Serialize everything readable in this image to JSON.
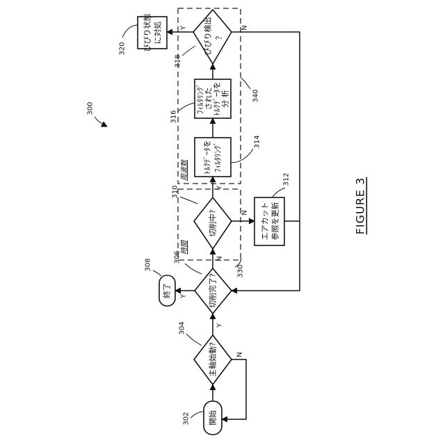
{
  "figure": {
    "number": "300",
    "title": "FIGURE 3"
  },
  "steps": {
    "start": {
      "ref": "302",
      "text": "開始"
    },
    "spindle": {
      "ref": "304",
      "text": "主軸始動?"
    },
    "cut_done": {
      "ref": "306",
      "text": "切削完了?"
    },
    "end": {
      "ref": "308",
      "text": "終了"
    },
    "cutting": {
      "ref": "310",
      "text": "切削中?"
    },
    "air_cut": {
      "ref": "312",
      "line1": "エアカット",
      "line2": "参照を更新"
    },
    "filter": {
      "ref": "314",
      "line1": "ﾄﾙｸﾃﾞｰﾀを",
      "line2": "ﾌｨﾙﾀﾘﾝｸﾞ"
    },
    "analyze": {
      "ref": "316",
      "line1": "ﾌｨﾙﾀﾘﾝｸﾞ",
      "line2": "された",
      "line3": "ﾄﾙｸﾃﾞｰﾀを",
      "line4": "分 析"
    },
    "chatter": {
      "ref": "318",
      "line1": "びびり検出",
      "line2": "？"
    },
    "respond": {
      "ref": "320",
      "line1": "びびり状態",
      "line2": "に対処"
    }
  },
  "regions": {
    "time": {
      "ref": "330",
      "label": "時間"
    },
    "frequency": {
      "ref": "340",
      "label": "周波数"
    }
  },
  "branch_labels": {
    "yes": "Y",
    "no": "N"
  }
}
